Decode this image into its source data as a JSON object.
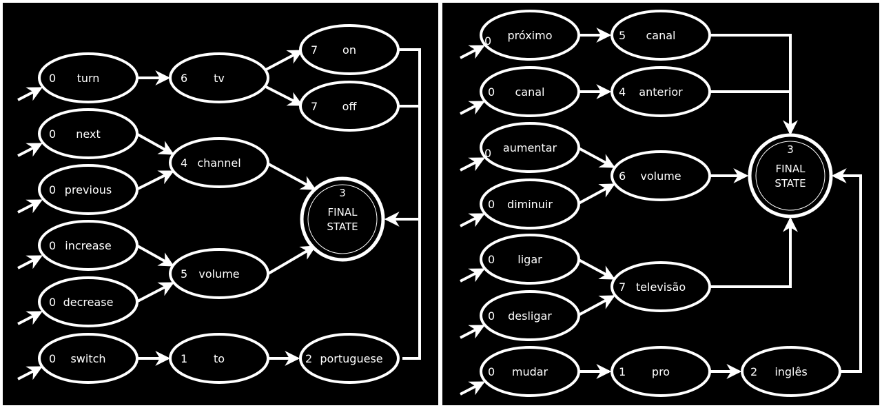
{
  "colors": {
    "background": "#000000",
    "stroke": "#ffffff",
    "text": "#ffffff",
    "page": "#ffffff"
  },
  "left_panel": {
    "final_state": {
      "number": "3",
      "line1": "FINAL",
      "line2": "STATE"
    },
    "nodes": {
      "turn": {
        "number": "0",
        "label": "turn"
      },
      "tv": {
        "number": "6",
        "label": "tv"
      },
      "on": {
        "number": "7",
        "label": "on"
      },
      "off": {
        "number": "7",
        "label": "off"
      },
      "next": {
        "number": "0",
        "label": "next"
      },
      "previous": {
        "number": "0",
        "label": "previous"
      },
      "channel": {
        "number": "4",
        "label": "channel"
      },
      "increase": {
        "number": "0",
        "label": "increase"
      },
      "decrease": {
        "number": "0",
        "label": "decrease"
      },
      "volume": {
        "number": "5",
        "label": "volume"
      },
      "switch": {
        "number": "0",
        "label": "switch"
      },
      "to": {
        "number": "1",
        "label": "to"
      },
      "portuguese": {
        "number": "2",
        "label": "portuguese"
      }
    }
  },
  "right_panel": {
    "final_state": {
      "number": "3",
      "line1": "FINAL",
      "line2": "STATE"
    },
    "nodes": {
      "proximo": {
        "number": "0",
        "label": "próximo"
      },
      "canal5": {
        "number": "5",
        "label": "canal"
      },
      "canal0": {
        "number": "0",
        "label": "canal"
      },
      "anterior": {
        "number": "4",
        "label": "anterior"
      },
      "aumentar": {
        "number": "0",
        "label": "aumentar"
      },
      "diminuir": {
        "number": "0",
        "label": "diminuir"
      },
      "volume": {
        "number": "6",
        "label": "volume"
      },
      "ligar": {
        "number": "0",
        "label": "ligar"
      },
      "desligar": {
        "number": "0",
        "label": "desligar"
      },
      "televisao": {
        "number": "7",
        "label": "televisão"
      },
      "mudar": {
        "number": "0",
        "label": "mudar"
      },
      "pro": {
        "number": "1",
        "label": "pro"
      },
      "ingles": {
        "number": "2",
        "label": "inglês"
      }
    }
  }
}
